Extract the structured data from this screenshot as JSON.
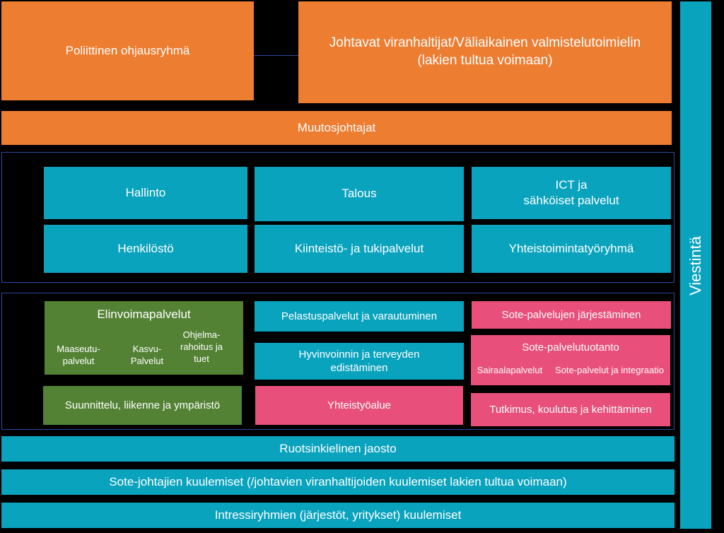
{
  "top": {
    "political": "Poliittinen ohjausryhmä",
    "officials": "Johtavat viranhaltijat/Väliaikainen valmistelutoimielin (lakien tultua voimaan)"
  },
  "change_leaders": "Muutosjohtajat",
  "support": {
    "hallinto": "Hallinto",
    "talous": "Talous",
    "ict_line1": "ICT ja",
    "ict_line2": "sähköiset palvelut",
    "henkilosto": "Henkilöstö",
    "kiinteisto": "Kiinteistö- ja tukipalvelut",
    "yhteistoiminta": "Yhteistoimintatyöryhmä"
  },
  "services": {
    "elinvoima": {
      "title": "Elinvoimapalvelut",
      "maaseutu": "Maaseutu-palvelut",
      "kasvu": "Kasvu-Palvelut",
      "ohjelma": "Ohjelma-rahoitus ja tuet"
    },
    "suunnittelu": "Suunnittelu, liikenne ja ympäristö",
    "pelastus": "Pelastuspalvelut ja varautuminen",
    "hyvinvointi": "Hyvinvoinnin ja terveyden edistäminen",
    "yhteistyoalue": "Yhteistyöalue",
    "sote_jarjestaminen": "Sote-palvelujen järjestäminen",
    "sote_tuotanto": {
      "title": "Sote-palvelutuotanto",
      "sairaala": "Sairaalapalvelut",
      "integraatio": "Sote-palvelut ja integraatio"
    },
    "tutkimus": "Tutkimus, koulutus ja kehittäminen"
  },
  "bottom": {
    "ruotsi": "Ruotsinkielinen jaosto",
    "sote_johtajat": "Sote-johtajien kuulemiset (/johtavien viranhaltijoiden kuulemiset lakien tultua voimaan)",
    "intressi": "Intressiryhmien (järjestöt, yritykset) kuulemiset"
  },
  "side": {
    "viestinta": "Viestintä"
  }
}
